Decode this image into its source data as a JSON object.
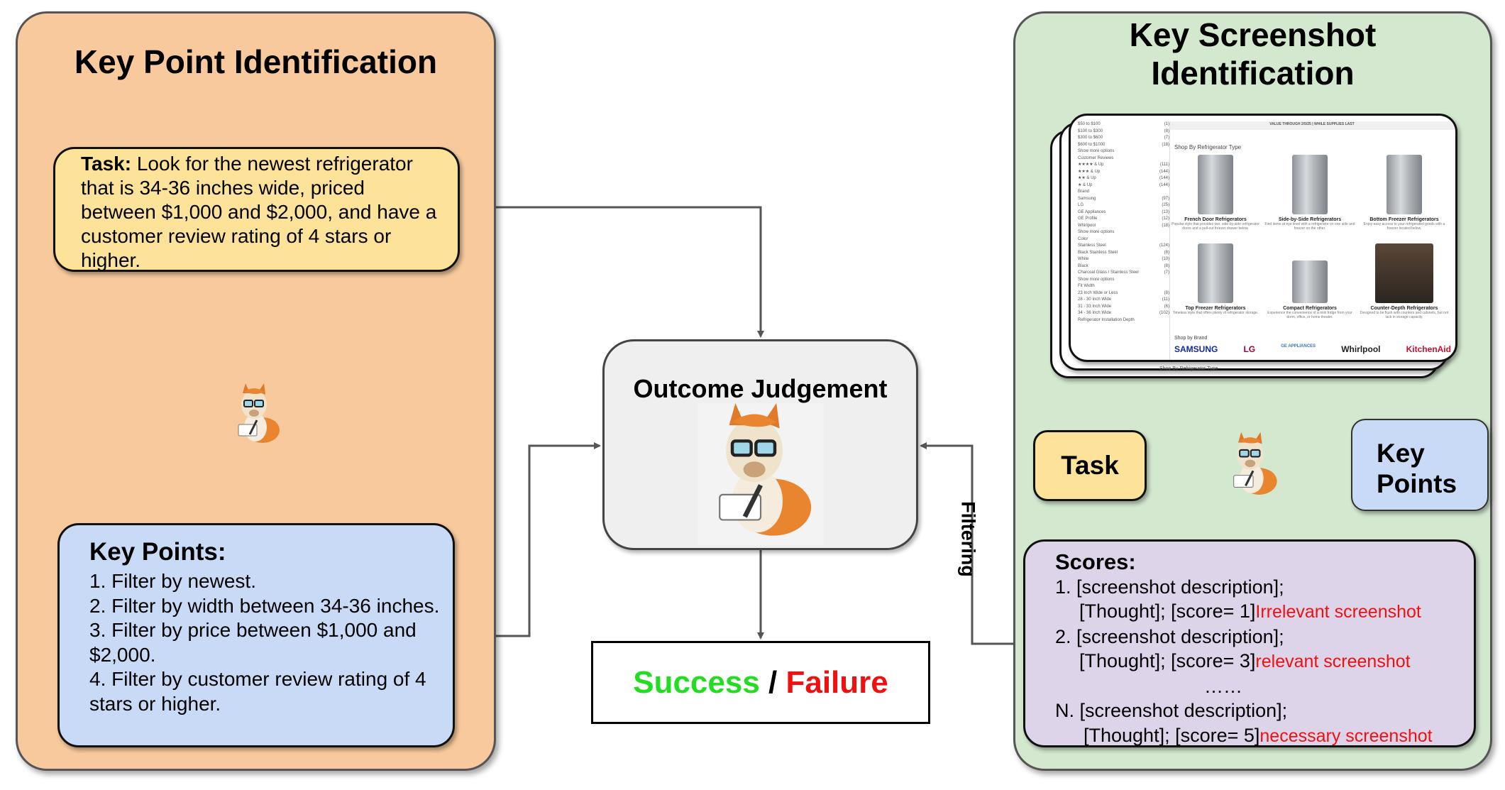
{
  "left_panel": {
    "title": "Key Point Identification",
    "task_label": "Task:",
    "task_text": " Look for the newest refrigerator that is 34-36 inches wide, priced between $1,000 and $2,000, and have a customer review rating of 4 stars or higher.",
    "key_points_title": "Key Points:",
    "key_points": [
      "1. Filter by newest.",
      "2. Filter by width between 34-36 inches.",
      "3. Filter by price between $1,000 and $2,000.",
      "4. Filter by customer review rating of 4 stars or higher."
    ]
  },
  "center": {
    "judge_title": "Outcome Judgement",
    "success": "Success",
    "slash": " / ",
    "failure": "Failure",
    "filtering_label": "Filtering"
  },
  "right_panel": {
    "title_line1": "Key Screenshot",
    "title_line2": "Identification",
    "task_label": "Task",
    "key_points_line1": "Key",
    "key_points_line2": "Points",
    "scores_title": "Scores:",
    "scores": [
      {
        "line1": "1. [screenshot description];",
        "line2": "[Thought]; [score= 1]",
        "note": "Irrelevant screenshot"
      },
      {
        "line1": "2. [screenshot description];",
        "line2": "[Thought]; [score= 3]",
        "note": "relevant screenshot"
      },
      {
        "line1": "N. [screenshot description];",
        "line2": "[Thought]; [score= 5]",
        "note": "necessary screenshot"
      }
    ],
    "ellipsis": "……"
  },
  "screenshot": {
    "banner": "VALUE THROUGH 2/5/25 | WHILE SUPPLIES LAST",
    "section_title": "Shop By Refrigerator Type",
    "categories": [
      {
        "name": "French Door Refrigerators",
        "desc": "Popular style that provides two, side-by-side refrigerator doors and a pull-out freezer drawer below."
      },
      {
        "name": "Side-by-Side Refrigerators",
        "desc": "Find items at eye level with a refrigerator on one side and freezer on the other."
      },
      {
        "name": "Bottom Freezer Refrigerators",
        "desc": "Enjoy easy access to your refrigerated goods with a freezer located below."
      },
      {
        "name": "Top Freezer Refrigerators",
        "desc": "Timeless style that offers plenty of refrigerator storage."
      },
      {
        "name": "Compact Refrigerators",
        "desc": "Experience the convenience of a mini fridge from your dorm, office, or home theater."
      },
      {
        "name": "Counter-Depth Refrigerators",
        "desc": "Designed to be flush with counters and cabinets, but not lack in storage capacity."
      }
    ],
    "shop_by_brand": "Shop by Brand",
    "brands": [
      "SAMSUNG",
      "LG",
      "GE APPLIANCES",
      "Whirlpool",
      "KitchenAid"
    ],
    "sidebar": [
      "$50 to $100",
      "$100 to $300",
      "$300 to $600",
      "$600 to $1000",
      "Show more options",
      "Customer Reviews",
      "★★★★ & Up",
      "★★★ & Up",
      "★★ & Up",
      "★ & Up",
      "Brand",
      "Samsung",
      "LG",
      "GE Appliances",
      "GE Profile",
      "Whirlpool",
      "Show more options",
      "Color",
      "Stainless Steel",
      "Black Stainless Steel",
      "White",
      "Black",
      "Charcoal Glass / Stainless Steel",
      "Show more options",
      "Fit Width",
      "23 Inch Wide or Less",
      "28 - 30 Inch Wide",
      "31 - 33 Inch Wide",
      "34 - 36 Inch Wide",
      "Refrigerator Installation Depth"
    ],
    "sidebar_counts": [
      "(1)",
      "(8)",
      "(7)",
      "(18)",
      "",
      "",
      "(111)",
      "(144)",
      "(144)",
      "(144)",
      "",
      "(97)",
      "(25)",
      "(13)",
      "(12)",
      "(18)",
      "",
      "",
      "(124)",
      "(8)",
      "(10)",
      "(8)",
      "(7)",
      "",
      "",
      "(8)",
      "(11)",
      "(6)",
      "(102)",
      ""
    ],
    "footer": "Shop By Refrigerator Type"
  },
  "colors": {
    "left_panel": "#f7c99c",
    "right_panel": "#d4e8d0",
    "task_box": "#fde29a",
    "key_points_box": "#c9daf7",
    "scores_box": "#ddd4ea",
    "judge_box": "#efefef",
    "success": "#22dd22",
    "failure": "#ee1111",
    "score_note": "#ee1111"
  },
  "icons": [
    "llama-mascot-icon"
  ]
}
